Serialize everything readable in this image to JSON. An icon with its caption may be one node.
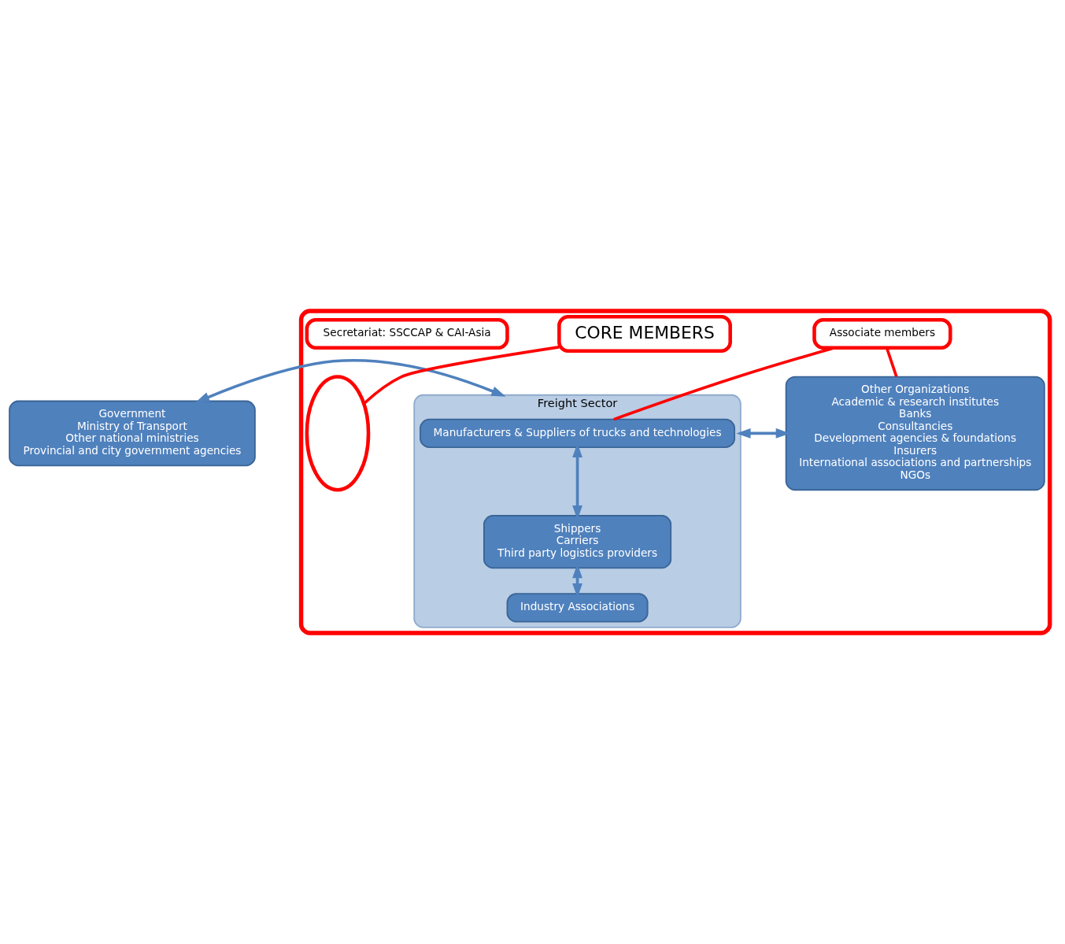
{
  "diagram": {
    "nodes": [
      {
        "text": [
          "Government",
          "Ministry of Transport",
          "Other national ministries",
          "Provincial and city government agencies"
        ]
      },
      {
        "text": [],
        "shape": "box"
      },
      {
        "text": [
          "Freight Sector"
        ],
        "in": 1
      },
      {
        "text": [
          "Manufacturers & Suppliers of trucks and technologies"
        ],
        "in": 2
      },
      {
        "text": [
          "Associate members"
        ],
        "in": 1
      },
      {
        "text": [
          "Other Organizations",
          "Academic & research institutes",
          "Banks",
          "Consultancies",
          "Development agencies & foundations",
          "Insurers",
          "International associations and partnerships",
          "NGOs"
        ],
        "in": 1
      },
      {
        "text": [
          "Shippers",
          "Carriers",
          "Third party logistics providers"
        ],
        "in": 2
      },
      {
        "text": [],
        "shape": "ellipse",
        "in": 1
      },
      {
        "text": [
          "Industry Associations"
        ],
        "in": 2
      },
      {
        "text": [
          "CORE MEMBERS"
        ],
        "in": 1
      },
      {
        "text": [
          "Secretariat: SSCCAP & CAI-Asia"
        ],
        "in": 1
      }
    ],
    "edges": [
      {
        "from": 0,
        "to": 2,
        "arrow": "both",
        "color": "#4f81bd"
      },
      {
        "from": 2,
        "to": 5,
        "arrow": "both",
        "color": "#4f81bd"
      },
      {
        "from": 3,
        "to": 6,
        "arrow": "both",
        "color": "#4f81bd"
      },
      {
        "from": 6,
        "to": 8,
        "arrow": "both",
        "color": "#4f81bd"
      },
      {
        "from": 4,
        "to": 3,
        "arrow": "none",
        "color": "#ff0000"
      },
      {
        "from": 4,
        "to": 5,
        "arrow": "none",
        "color": "#ff0000"
      },
      {
        "from": 9,
        "to": 7,
        "arrow": "none",
        "color": "#ff0000"
      }
    ]
  }
}
